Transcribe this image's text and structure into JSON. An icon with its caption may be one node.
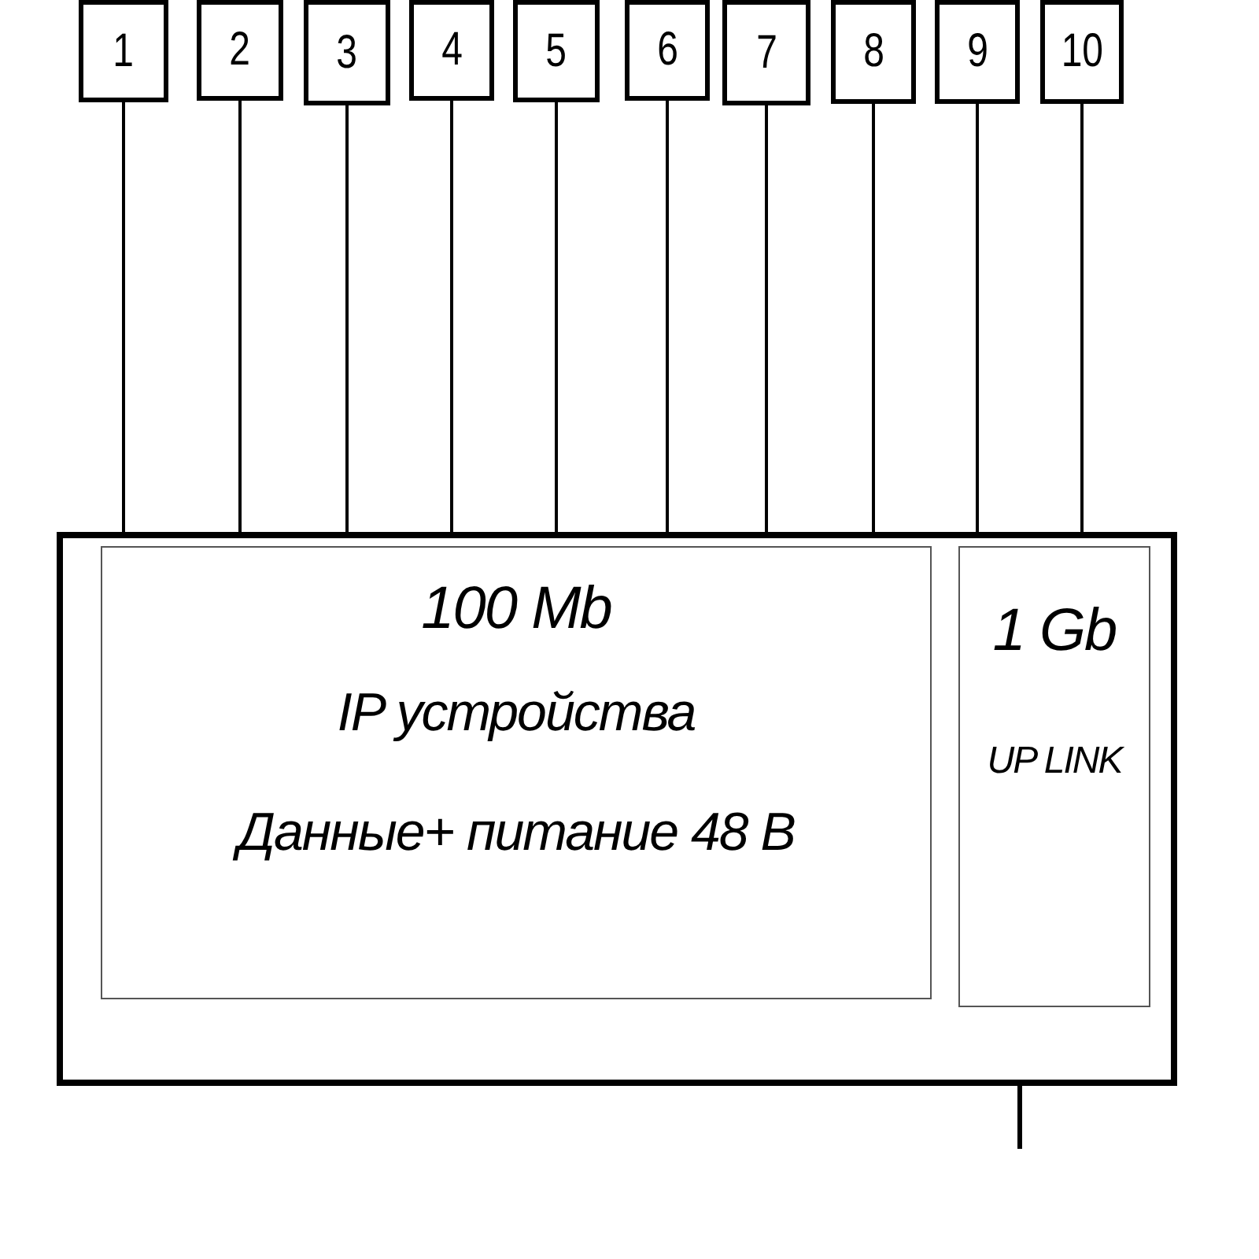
{
  "diagram": {
    "nodes": [
      {
        "text": [
          "1"
        ]
      },
      {
        "text": [
          "2"
        ]
      },
      {
        "text": [
          "3"
        ]
      },
      {
        "text": [
          "4"
        ]
      },
      {
        "text": [
          "5"
        ]
      },
      {
        "text": [
          "6"
        ]
      },
      {
        "text": [
          "7"
        ]
      },
      {
        "text": [
          "8"
        ]
      },
      {
        "text": [
          "9"
        ]
      },
      {
        "text": [
          "10"
        ]
      },
      {
        "text": [],
        "shape": "box"
      },
      {
        "text": [
          "100 Mb",
          "IP устройства",
          "Данные+ питание 48 В"
        ],
        "in": 10
      },
      {
        "text": [
          "1 Gb",
          "UP LINK"
        ],
        "in": 10
      }
    ],
    "edges": [
      {
        "from": 0,
        "to": 10,
        "arrow": "none"
      },
      {
        "from": 1,
        "to": 10,
        "arrow": "none"
      },
      {
        "from": 2,
        "to": 10,
        "arrow": "none"
      },
      {
        "from": 3,
        "to": 10,
        "arrow": "none"
      },
      {
        "from": 4,
        "to": 10,
        "arrow": "none"
      },
      {
        "from": 5,
        "to": 10,
        "arrow": "none"
      },
      {
        "from": 6,
        "to": 10,
        "arrow": "none"
      },
      {
        "from": 7,
        "to": 10,
        "arrow": "none"
      },
      {
        "from": 8,
        "to": 10,
        "arrow": "none"
      },
      {
        "from": 9,
        "to": 10,
        "arrow": "none"
      },
      {
        "from": 10,
        "to": null,
        "arrow": "none"
      }
    ]
  }
}
